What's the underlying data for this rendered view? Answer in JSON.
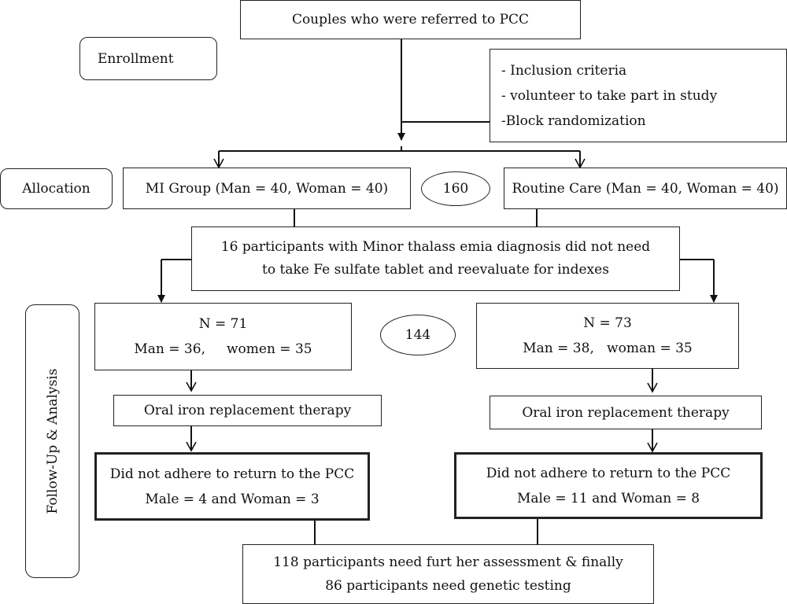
{
  "stages": {
    "enrollment": "Enrollment",
    "allocation": "Allocation",
    "followup": "Follow-Up & Analysis"
  },
  "top_box": "Couples who were referred to PCC",
  "criteria": {
    "lines": [
      "- Inclusion criteria",
      "- volunteer to take part in study",
      "-Block randomization"
    ]
  },
  "total_randomized": "160",
  "mi_group": "MI Group (Man = 40, Woman = 40)",
  "routine_care": "Routine Care (Man = 40, Woman = 40)",
  "thalassemia_note": {
    "lines": [
      "16 participants with Minor thalass emia diagnosis did not need",
      "to take Fe sulfate tablet and reevaluate for indexes"
    ]
  },
  "mi_followup": {
    "n": "N = 71",
    "sex": "Man = 36,     women = 35"
  },
  "total_followup": "144",
  "rc_followup": {
    "n": "N = 73",
    "sex": "Man = 38,   woman = 35"
  },
  "therapy_left": "Oral iron replacement therapy",
  "therapy_right": "Oral iron replacement therapy",
  "nonadherence_left": {
    "line1": "Did not adhere to return to the PCC",
    "line2": "Male = 4 and Woman = 3"
  },
  "nonadherence_right": {
    "line1": "Did not adhere to return to the PCC",
    "line2": "Male = 11 and Woman = 8"
  },
  "final": {
    "lines": [
      "118 participants need furt her assessment & finally",
      "86 participants need genetic testing"
    ]
  }
}
